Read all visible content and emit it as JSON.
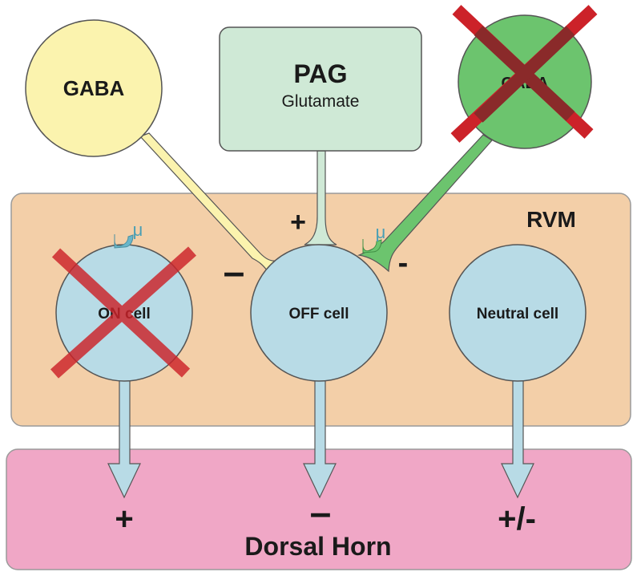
{
  "gaba_left": {
    "label": "GABA"
  },
  "pag": {
    "title": "PAG",
    "subtitle": "Glutamate"
  },
  "gaba_right": {
    "label": "GABA"
  },
  "rvm": {
    "label": "RVM"
  },
  "mu_receptor_label": "μ",
  "cells": {
    "on": {
      "label": "ON cell"
    },
    "off": {
      "label": "OFF cell"
    },
    "neutral": {
      "label": "Neutral cell"
    }
  },
  "synapse_signs": {
    "pag_to_off": "+",
    "gaba_to_off": "–",
    "gaba_right_to_off": "-"
  },
  "output_signs": {
    "on": "+",
    "off": "–",
    "neutral": "+/-"
  },
  "dorsal_horn": {
    "label": "Dorsal Horn"
  },
  "colors": {
    "rvm_fill": "#f3cfa8",
    "dorsal_horn_fill": "#f0a7c6",
    "cell_fill": "#b8dbe6",
    "gaba_left_fill": "#fbf3ae",
    "pag_fill": "#cfe9d6",
    "gaba_right_fill": "#6cc46e",
    "cross_red": "#cc2229",
    "cross_dark": "#8a2a2a"
  }
}
